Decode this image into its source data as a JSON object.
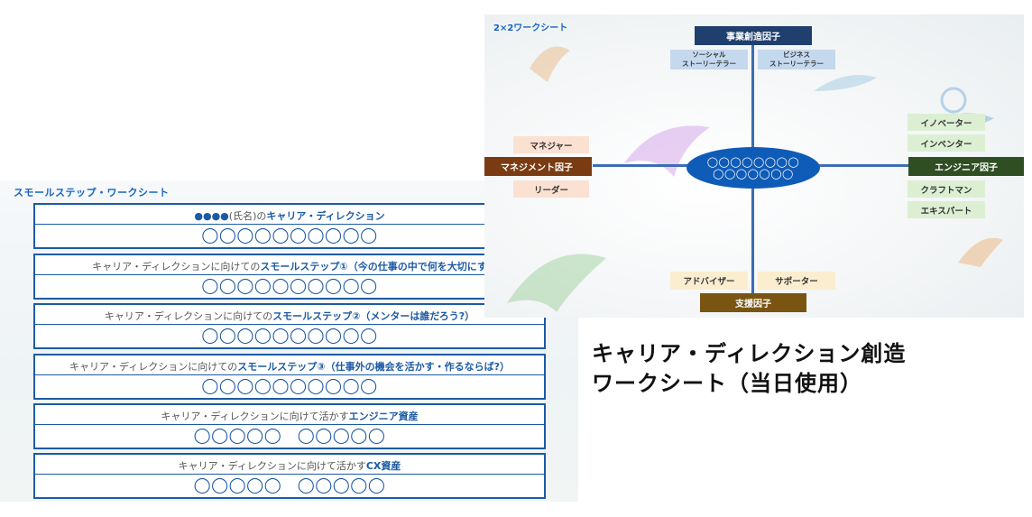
{
  "worksheet": {
    "title": "スモールステップ・ワークシート",
    "box1": {
      "dots": "●●●●",
      "name_hint": "(氏名)の",
      "strong": "キャリア・ディレクション",
      "circles": "◯◯◯◯◯◯◯◯◯◯"
    },
    "box2": {
      "prefix": "キャリア・ディレクションに向けての",
      "strong": "スモールステップ①（今の仕事の中で何を大切にす",
      "circles": "◯◯◯◯◯◯◯◯◯◯"
    },
    "box3": {
      "prefix": "キャリア・ディレクションに向けての",
      "strong": "スモールステップ②（メンターは誰だろう?）",
      "circles": "◯◯◯◯◯◯◯◯◯◯"
    },
    "box4": {
      "prefix": "キャリア・ディレクションに向けての",
      "strong": "スモールステップ③（仕事外の機会を活かす・作るならば?）",
      "circles": "◯◯◯◯◯◯◯◯◯◯"
    },
    "box5": {
      "prefix": "キャリア・ディレクションに向けて活かす",
      "strong": "エンジニア資産",
      "circles": "◯◯◯◯◯　◯◯◯◯◯"
    },
    "box6": {
      "prefix": "キャリア・ディレクションに向けて活かす",
      "strong": "CX資産",
      "circles": "◯◯◯◯◯　◯◯◯◯◯"
    }
  },
  "diagram": {
    "title": "2×2ワークシート",
    "center": {
      "line1": "◯◯◯◯◯◯◯◯",
      "line2": "◯◯◯◯◯◯◯"
    },
    "top": {
      "factor": "事業創造因子",
      "left_tag": [
        "ソーシャル",
        "ストーリーテラー"
      ],
      "right_tag": [
        "ビジネス",
        "ストーリーテラー"
      ]
    },
    "left": {
      "factor": "マネジメント因子",
      "tags": [
        "マネジャー",
        "リーダー"
      ]
    },
    "right": {
      "factor": "エンジニア因子",
      "tags": [
        "イノベーター",
        "インベンター",
        "クラフトマン",
        "エキスパート"
      ]
    },
    "bottom": {
      "factor": "支援因子",
      "tags": [
        "アドバイザー",
        "サポーター"
      ]
    },
    "colors": {
      "top_factor": "#1f3f6e",
      "left_factor": "#7a3b12",
      "right_factor": "#2f4f22",
      "bottom_factor": "#7a5512",
      "top_tag": "#c5d9ee",
      "left_tag": "#fbe1d2",
      "right_tag": "#dcefd3",
      "bottom_tag": "#fbedcf",
      "axis": "#3c6cb4",
      "center": "#0f5cb8"
    }
  },
  "caption": {
    "line1": "キャリア・ディレクション創造",
    "line2": "ワークシート（当日使用）"
  }
}
